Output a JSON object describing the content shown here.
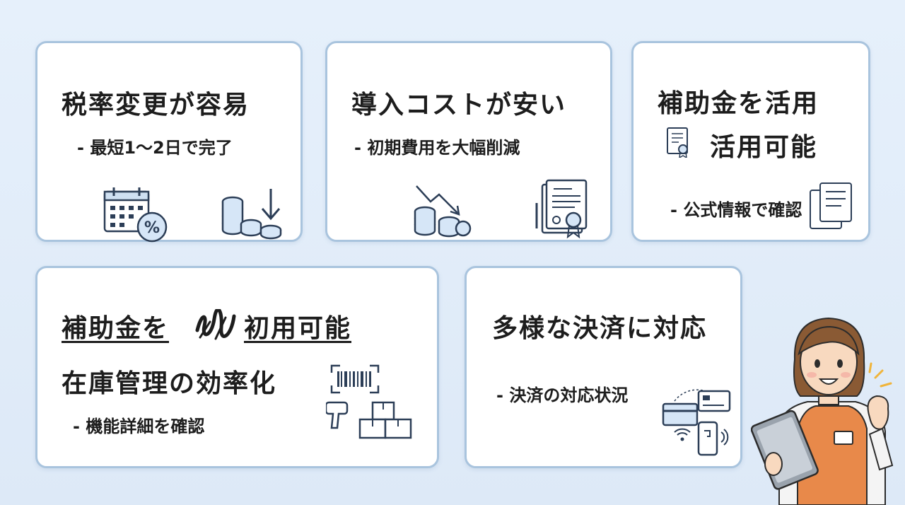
{
  "cards": [
    {
      "title": "税率変更が容易",
      "sub": "- 最短1〜2日で完了"
    },
    {
      "title": "導入コストが安い",
      "sub": "- 初期費用を大幅削減"
    },
    {
      "title": "補助金を活用",
      "title2": "活用可能",
      "sub": "- 公式情報で確認"
    },
    {
      "title_a": "補助金を",
      "title_b": "初用可能",
      "title2": "在庫管理の効率化",
      "sub": "- 機能詳細を確認"
    },
    {
      "title": "多様な決済に対応",
      "sub": "- 決済の対応状況"
    }
  ],
  "icons": {
    "card1": [
      "calendar-percent-icon",
      "coins-down-icon"
    ],
    "card2": [
      "coins-chart-down-icon",
      "certificate-document-icon"
    ],
    "card3": [
      "certificate-small-icon",
      "documents-icon"
    ],
    "card4": [
      "scribble-icon",
      "barcode-icon",
      "barcode-scanner-icon",
      "boxes-icon"
    ],
    "card5": [
      "payment-methods-icon"
    ]
  },
  "colors": {
    "accent": "#4a6f9a",
    "card_border": "#a9c4de",
    "apron": "#e8894a"
  }
}
